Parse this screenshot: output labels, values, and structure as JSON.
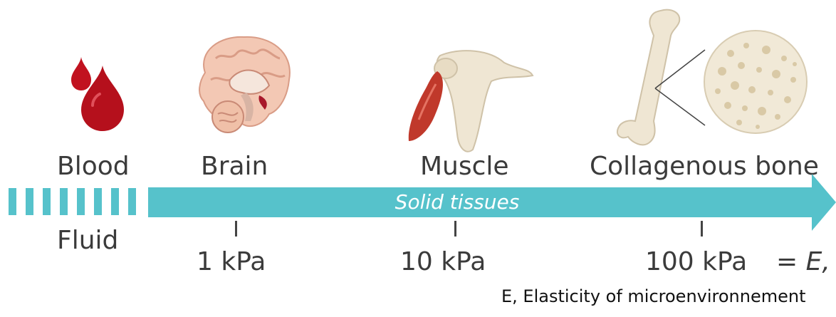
{
  "tissues": {
    "blood": "Blood",
    "brain": "Brain",
    "muscle": "Muscle",
    "bone": "Collagenous bone"
  },
  "scale": {
    "fluid_label": "Fluid",
    "solid_label": "Solid tissues",
    "ticks": [
      "1 kPa",
      "10 kPa",
      "100 kPa"
    ],
    "equals_label": "= E,"
  },
  "caption": "E, Elasticity of microenvironnement",
  "colors": {
    "arrow": "#56c2cb",
    "blood": "#c1121f",
    "bone": "#efe6d3",
    "muscle": "#c0392b"
  },
  "icons": [
    "blood-drops-icon",
    "brain-icon",
    "shoulder-muscle-icon",
    "femur-bone-icon",
    "bone-texture-icon"
  ]
}
